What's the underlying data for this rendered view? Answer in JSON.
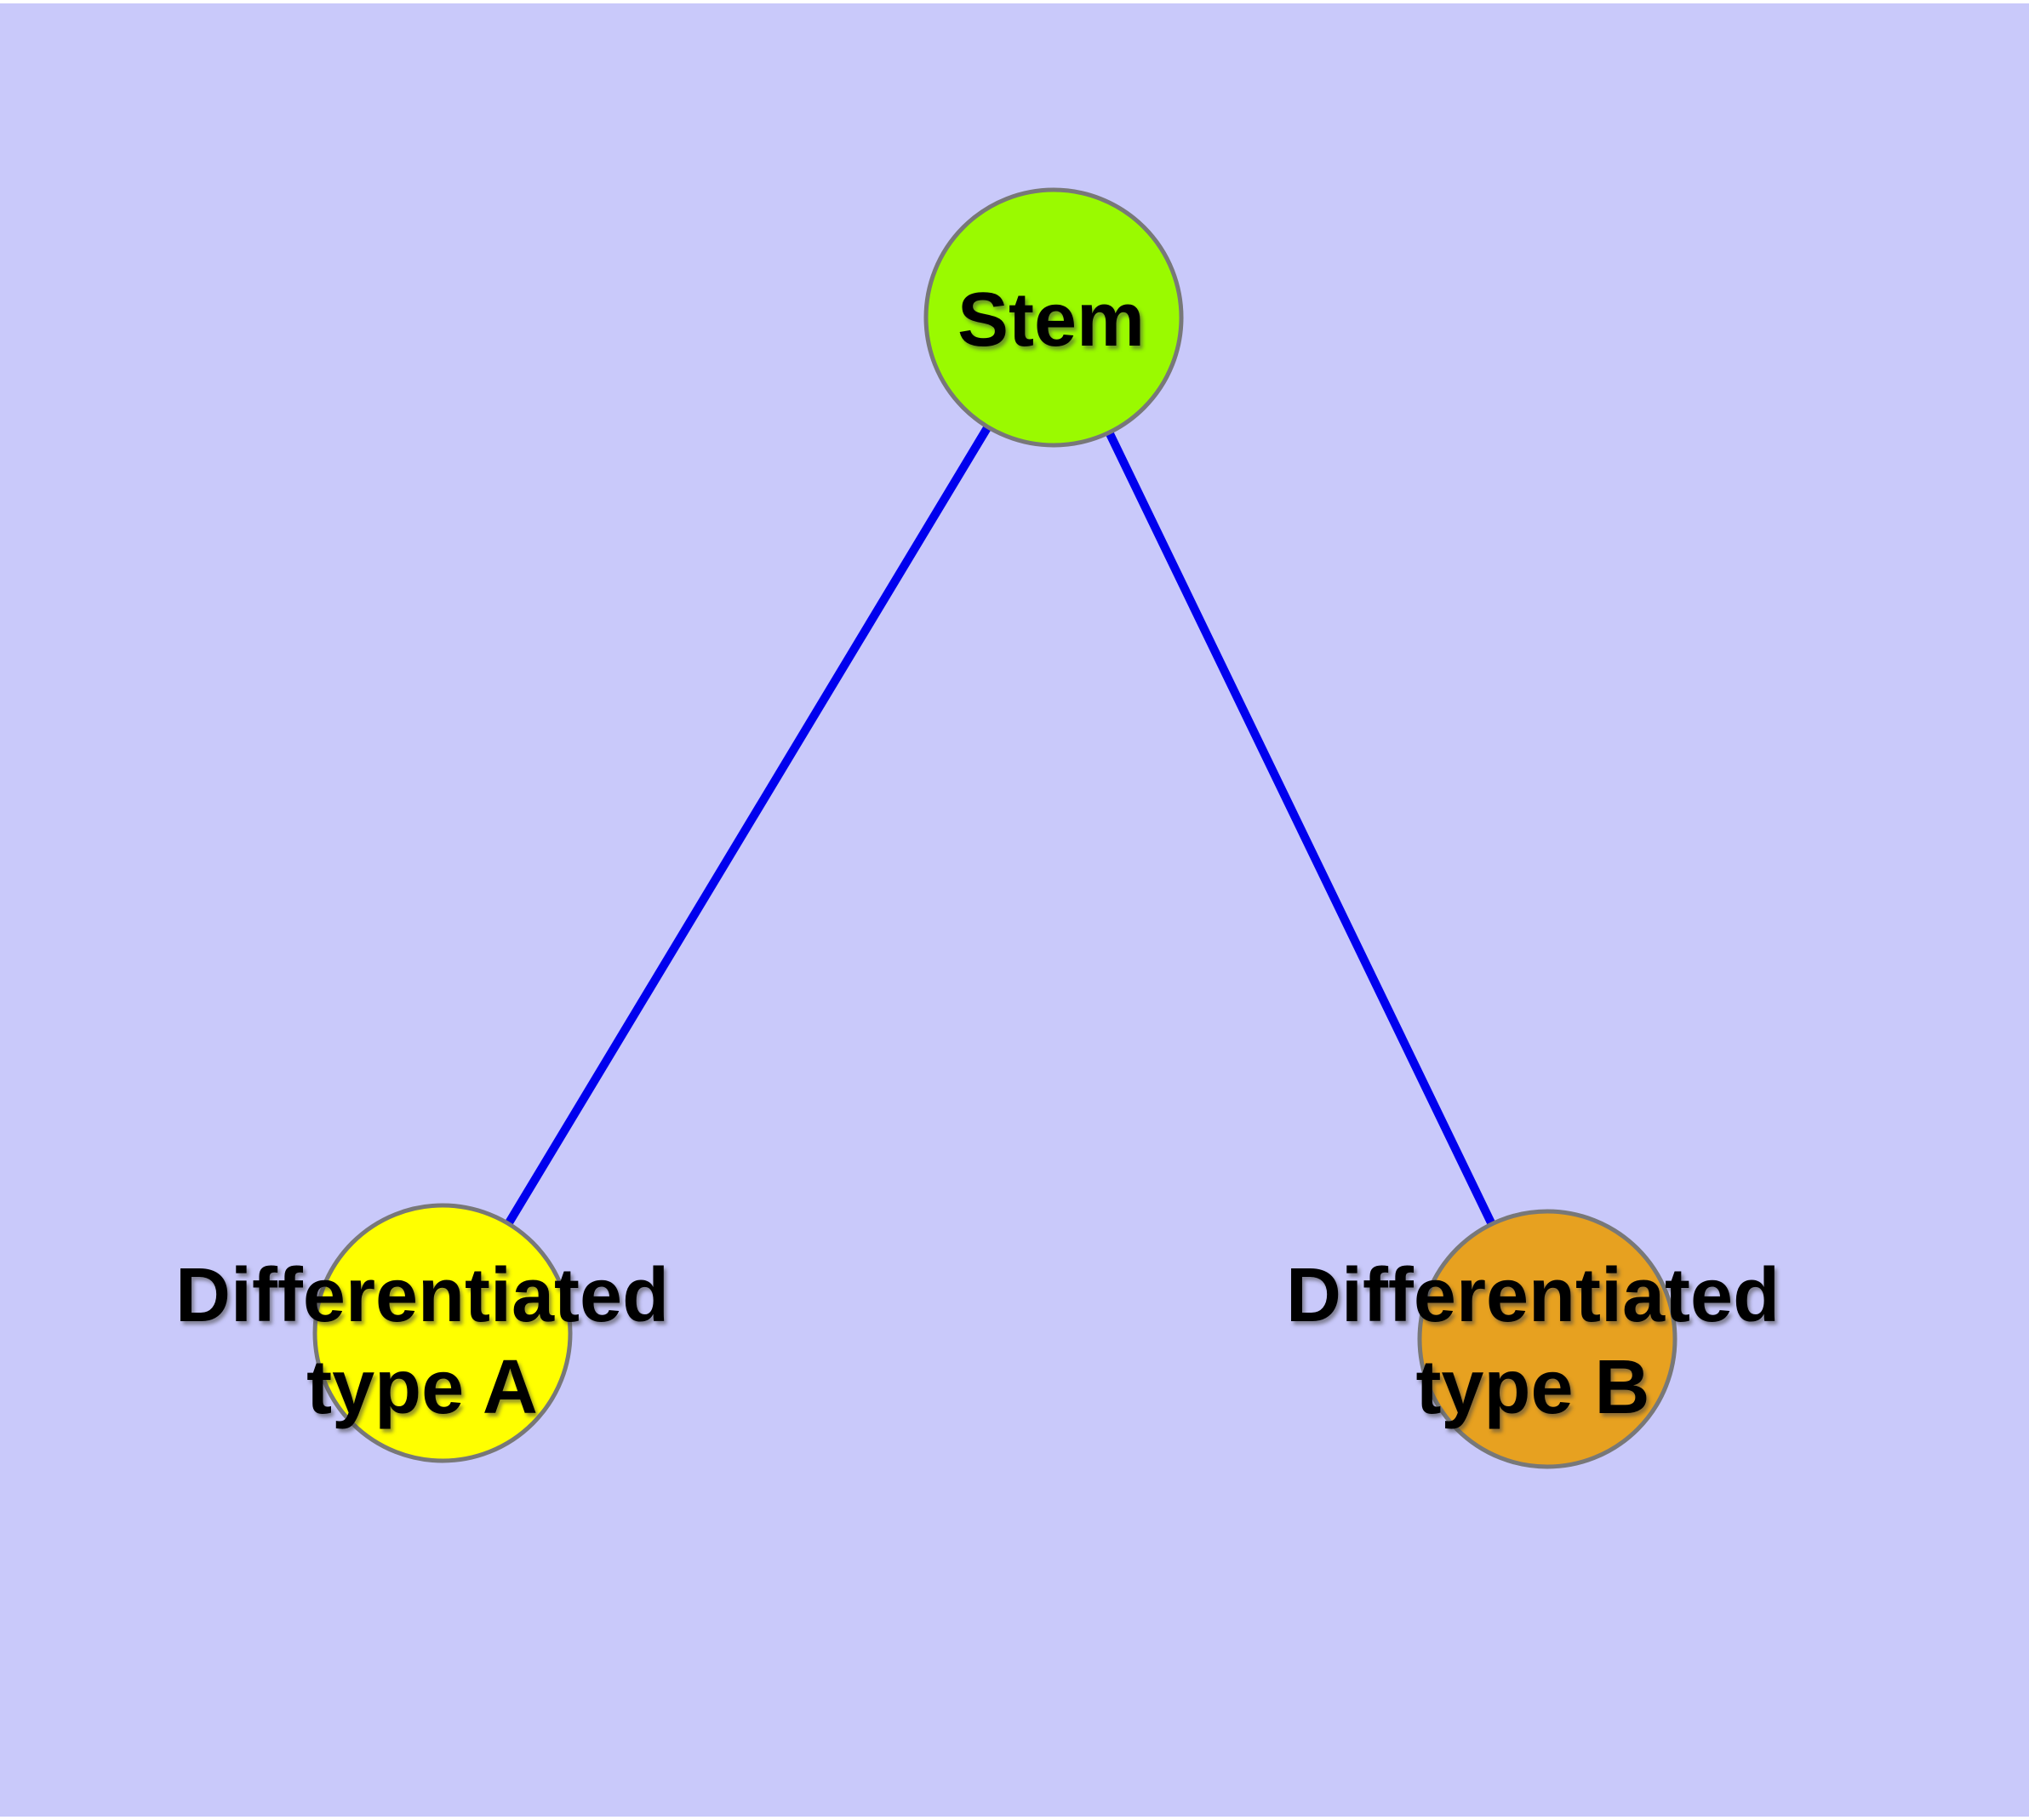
{
  "canvas": {
    "background_color": "#C9C9FA",
    "margin_color": "#FFFFFF"
  },
  "graph": {
    "node_border_color": "#787878",
    "edge_color": "#0000EE",
    "nodes": [
      {
        "id": "stem",
        "label": "Stem",
        "fill_color": "#9AFA00"
      },
      {
        "id": "differentiated-type-a",
        "label": "Differentiated\ntype A",
        "fill_color": "#FFFF00"
      },
      {
        "id": "differentiated-type-b",
        "label": "Differentiated\ntype B",
        "fill_color": "#E7A120"
      }
    ],
    "edges": [
      {
        "source": "stem",
        "target": "differentiated-type-a"
      },
      {
        "source": "stem",
        "target": "differentiated-type-b"
      }
    ]
  }
}
